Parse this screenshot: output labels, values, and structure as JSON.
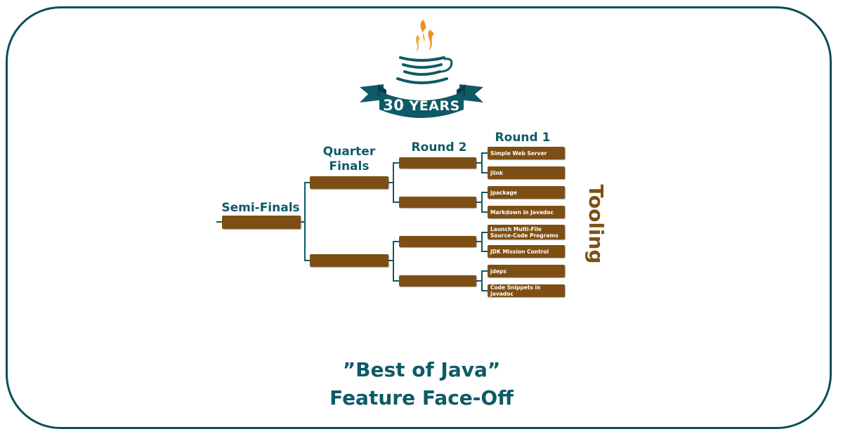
{
  "logo": {
    "badge_number": "30",
    "badge_word": "YEARS"
  },
  "bracket": {
    "headers": {
      "round1": "Round 1",
      "round2": "Round 2",
      "quarter_finals": "Quarter\nFinals",
      "semi_finals": "Semi-Finals"
    },
    "round1_entries": [
      "Simple Web Server",
      "jlink",
      "jpackage",
      "Markdown in Javadoc",
      "Launch Multi-File Source-Code Programs",
      "JDK Mission Control",
      "jdeps",
      "Code Snippets in Javadoc"
    ],
    "category": "Tooling"
  },
  "title": {
    "line1": "”Best of Java”",
    "line2": "Feature Face-Off"
  },
  "colors": {
    "teal": "#0e5a66",
    "brown": "#7e4f14",
    "flame": "#f0901e"
  }
}
